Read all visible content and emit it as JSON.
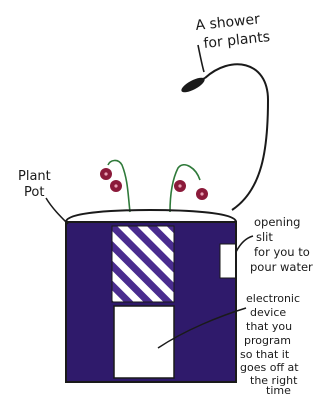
{
  "labels": {
    "shower_line1": "A shower",
    "shower_line2": "for plants",
    "pot_line1": "Plant",
    "pot_line2": "Pot",
    "slit_line1": "opening",
    "slit_line2": "slit",
    "slit_line3": "for you to",
    "slit_line4": "pour water",
    "device_line1": "electronic",
    "device_line2": "device",
    "device_line3": "that you",
    "device_line4": "program",
    "device_line5": "so that it",
    "device_line6": "goes off at",
    "device_line7": "the right",
    "device_line8": "time"
  },
  "colors": {
    "ink": "#1a1a1a",
    "pot_purple": "#2f1a6b",
    "stripe_purple": "#4a2c8f",
    "flower_red": "#8b1a3a",
    "stem_green": "#2f7a3a"
  }
}
